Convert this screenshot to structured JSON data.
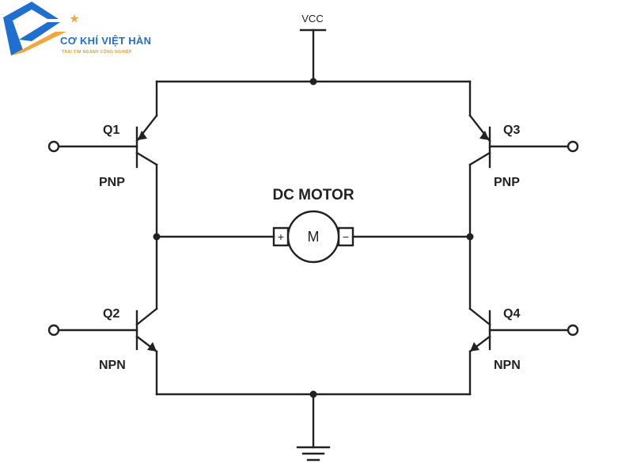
{
  "brand": {
    "title": "CƠ KHÍ VIỆT HÀN",
    "subtitle": "TRÁI TIM NGÀNH CÔNG NGHIỆP",
    "colors": {
      "blue": "#1f6fd1",
      "orange": "#f3a73b",
      "star": "#f3a73b"
    }
  },
  "circuit": {
    "supply_label": "VCC",
    "motor_label": "DC MOTOR",
    "motor_symbol": "M",
    "motor_plus": "+",
    "motor_minus": "−",
    "transistors": [
      {
        "name": "Q1",
        "type": "PNP"
      },
      {
        "name": "Q2",
        "type": "NPN"
      },
      {
        "name": "Q3",
        "type": "PNP"
      },
      {
        "name": "Q4",
        "type": "NPN"
      }
    ],
    "line_color": "#222222"
  }
}
